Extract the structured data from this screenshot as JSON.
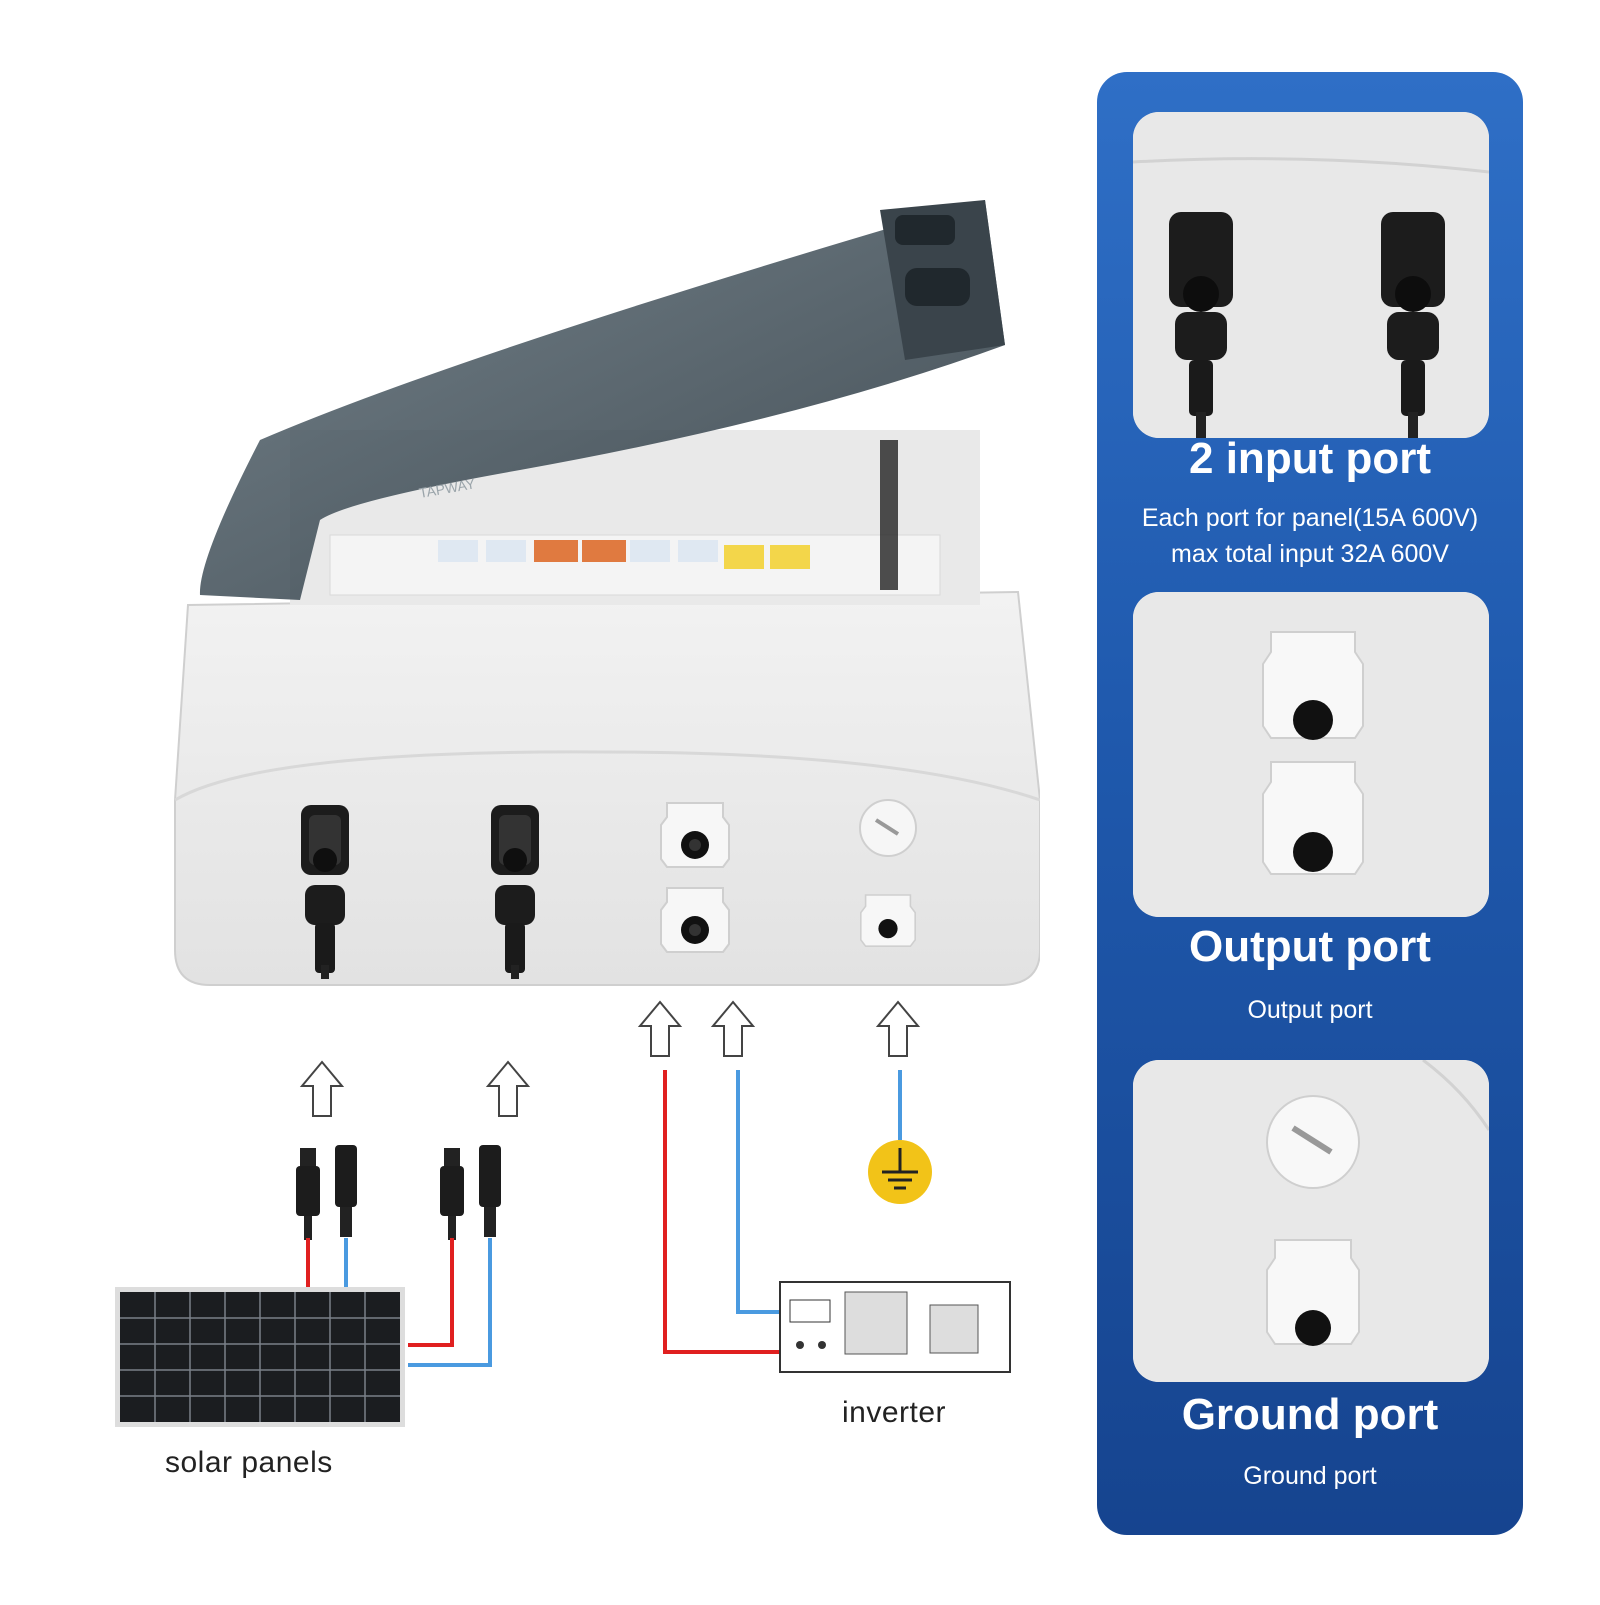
{
  "diagram": {
    "solar_label": "solar panels",
    "inverter_label": "inverter",
    "cover_brand": "TAPWAY",
    "wire_colors": {
      "positive": "#e02020",
      "negative": "#4a9ae0"
    },
    "ground_symbol_color": "#f2c318"
  },
  "side_panel": {
    "accent": "#2563b8",
    "cards": [
      {
        "title": "2 input port",
        "line1": "Each port for panel(15A 600V)",
        "line2": "max total input 32A 600V",
        "icon": "mc4-connector-pair"
      },
      {
        "title": "Output port",
        "line1": "Output port",
        "icon": "cable-gland-pair"
      },
      {
        "title": "Ground port",
        "line1": "Ground port",
        "icon": "ground-gland"
      }
    ]
  }
}
